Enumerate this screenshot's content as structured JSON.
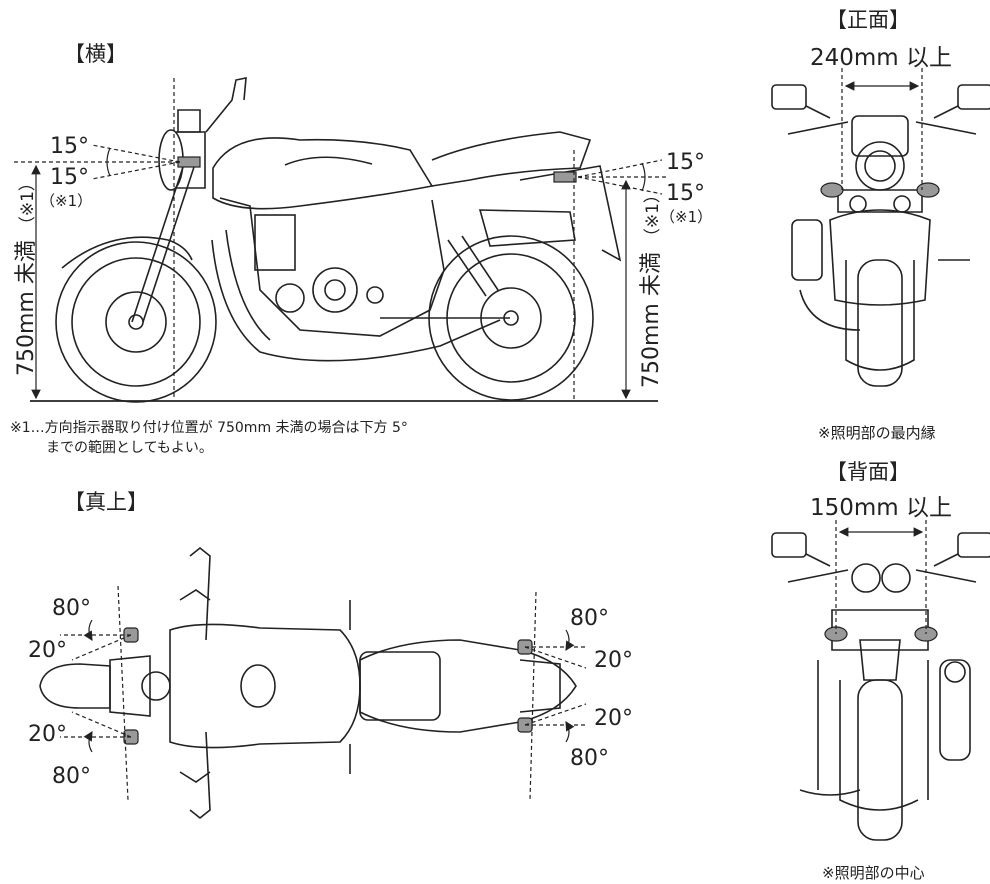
{
  "side": {
    "title": "【横】",
    "angle_up_front": "15°",
    "angle_down_front": "15°",
    "angle_down_front_note": "（※1）",
    "angle_up_rear": "15°",
    "angle_down_rear": "15°",
    "angle_down_rear_note": "（※1）",
    "height_front": "750mm 未満",
    "height_front_note": "（※1）",
    "height_rear": "750mm 未満",
    "height_rear_note": "（※1）",
    "footnote_line1": "※1…方向指示器取り付け位置が 750mm 未満の場合は下方 5°",
    "footnote_line2": "までの範囲としてもよい。"
  },
  "front": {
    "title": "【正面】",
    "distance": "240mm 以上",
    "caption": "※照明部の最内縁"
  },
  "top": {
    "title": "【真上】",
    "fl_outer": "80°",
    "fl_inner": "20°",
    "rl_inner": "20°",
    "rl_outer": "80°",
    "fr_outer": "80°",
    "fr_inner": "20°",
    "rr_inner": "20°",
    "rr_outer": "80°"
  },
  "rear": {
    "title": "【背面】",
    "distance": "150mm 以上",
    "caption": "※照明部の中心"
  },
  "colors": {
    "line": "#222222",
    "lamp": "#999999"
  }
}
